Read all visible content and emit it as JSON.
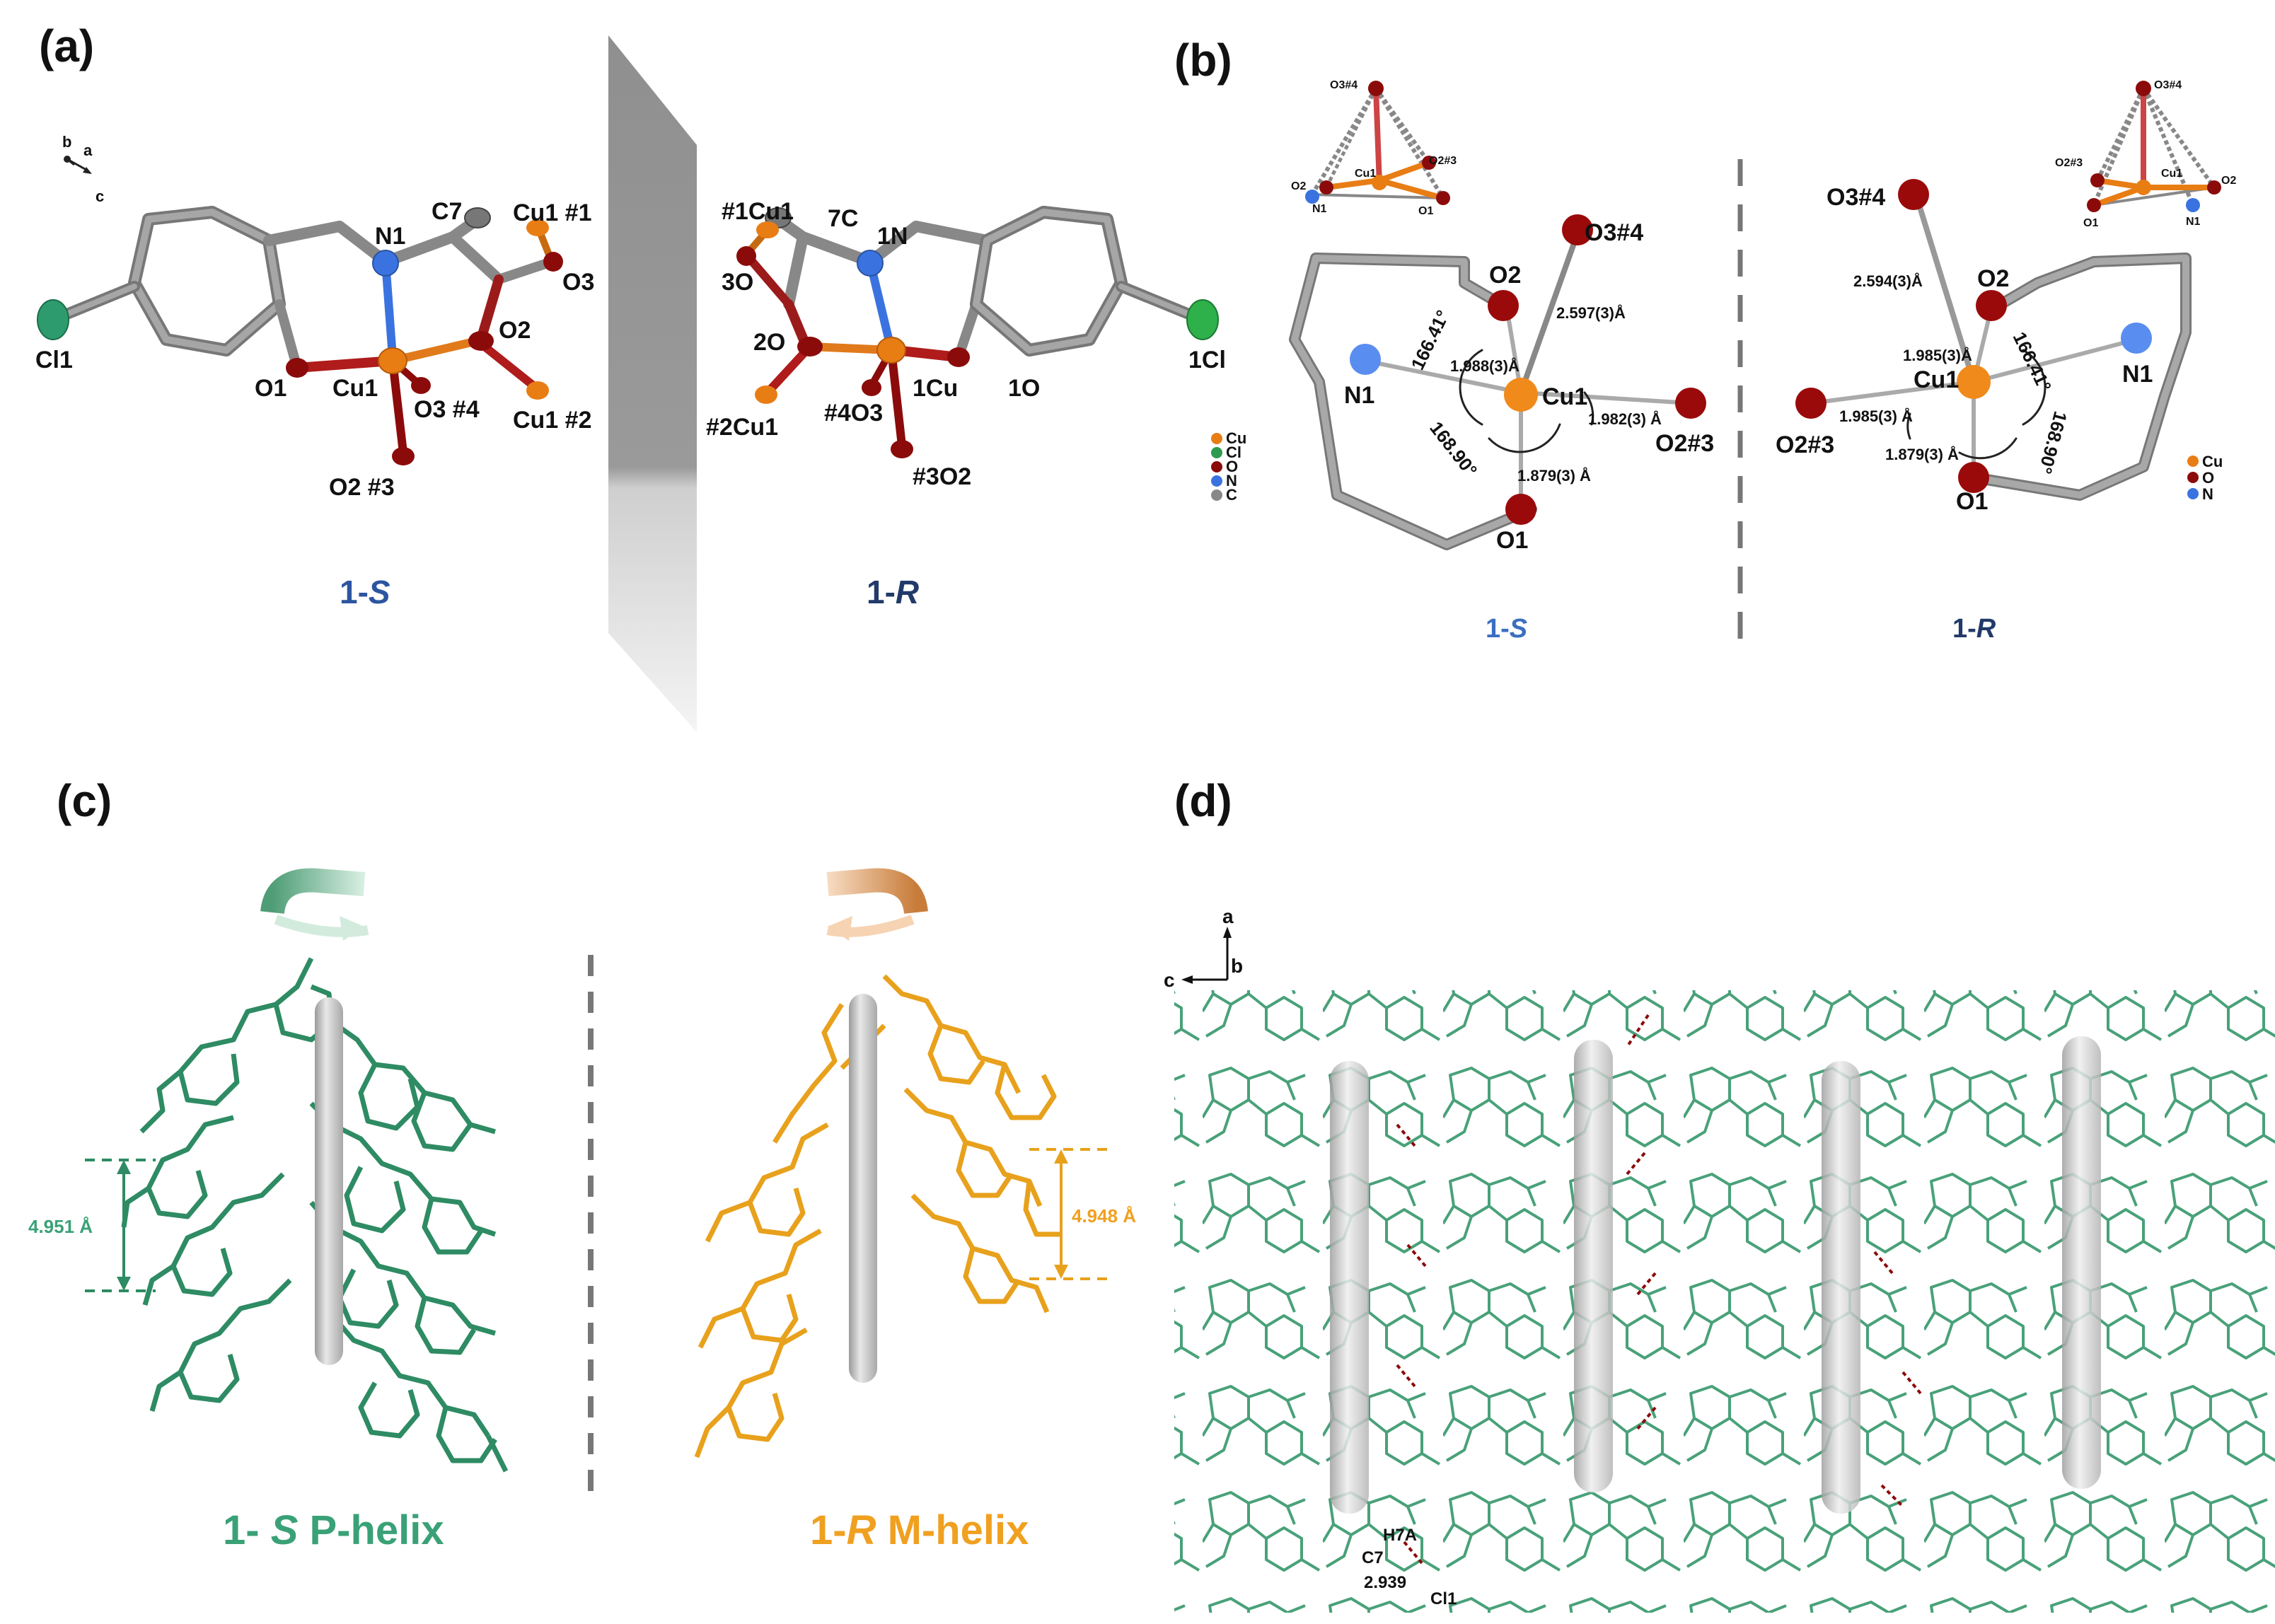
{
  "panels": {
    "a": {
      "label": "(a)",
      "axes": {
        "b": "b",
        "a": "a",
        "c": "c"
      },
      "left_atoms": {
        "cl": "Cl1",
        "n": "N1",
        "c7": "C7",
        "cu1a": "Cu1 #1",
        "o3": "O3",
        "o2": "O2",
        "o1": "O1",
        "cu1": "Cu1",
        "o3b": "O3 #4",
        "cu1b": "Cu1 #2",
        "o2b": "O2 #3"
      },
      "right_atoms": {
        "cu1a": "#1Cu1",
        "c7": "7C",
        "n": "1N",
        "o3": "3O",
        "o2": "2O",
        "cu1": "1Cu",
        "o1": "1O",
        "cl": "1Cl",
        "cu1b": "#2Cu1",
        "o3b": "#4O3",
        "o2b": "#3O2"
      },
      "caption_left_num": "1-",
      "caption_left_ital": "S",
      "caption_right_num": "1-",
      "caption_right_ital": "R"
    },
    "b": {
      "label": "(b)",
      "left_atoms": {
        "o3": "O3#4",
        "o2": "O2",
        "n1": "N1",
        "cu1": "Cu1",
        "o2b": "O2#3",
        "o1": "O1"
      },
      "left_values": {
        "a1": "166.41°",
        "a2": "168.90°",
        "d1": "1.988(3)Å",
        "d2": "2.597(3)Å",
        "d3": "1.982(3) Å",
        "d4": "1.879(3) Å"
      },
      "left_inset": {
        "o3": "O3#4",
        "o2a": "O2",
        "o2b": "O2#3",
        "n": "N1",
        "cu": "Cu1",
        "o1": "O1"
      },
      "right_atoms": {
        "o3": "O3#4",
        "o2": "O2",
        "n1": "N1",
        "cu1": "Cu1",
        "o2b": "O2#3",
        "o1": "O1"
      },
      "right_values": {
        "a1": "166.41°",
        "a2": "168.90°",
        "d1": "1.985(3)Å",
        "d2": "2.594(3)Å",
        "d3": "1.985(3) Å",
        "d4": "1.879(3) Å"
      },
      "right_inset": {
        "o3": "O3#4",
        "o2a": "O2#3",
        "o2b": "O2",
        "o1": "O1",
        "cu": "Cu1",
        "n": "N1"
      },
      "legend_left": [
        "Cu",
        "Cl",
        "O",
        "N",
        "C"
      ],
      "legend_right": [
        "Cu",
        "O",
        "N"
      ],
      "caption_left_num": "1-",
      "caption_left_ital": "S",
      "caption_right_num": "1-",
      "caption_right_ital": "R"
    },
    "c": {
      "label": "(c)",
      "left_dist": "4.951 Å",
      "right_dist": "4.948 Å",
      "caption_left_a": "1- ",
      "caption_left_ital": "S",
      "caption_left_b": " P-helix",
      "caption_right_a": "1-",
      "caption_right_ital": "R",
      "caption_right_b": " M-helix"
    },
    "d": {
      "label": "(d)",
      "axes": {
        "a": "a",
        "b": "b",
        "c": "c"
      },
      "atoms": {
        "h7a": "H7A",
        "c7": "C7",
        "dist": "2.939",
        "cl1": "Cl1"
      }
    }
  },
  "colors": {
    "green": "#2e8b63",
    "orange": "#e8a11c",
    "blue": "#2b4a8a",
    "cu": "#e87d14",
    "o": "#8b0b0b",
    "n": "#3a73e0",
    "c": "#8c8c8c",
    "cl": "#2e9b4e"
  }
}
